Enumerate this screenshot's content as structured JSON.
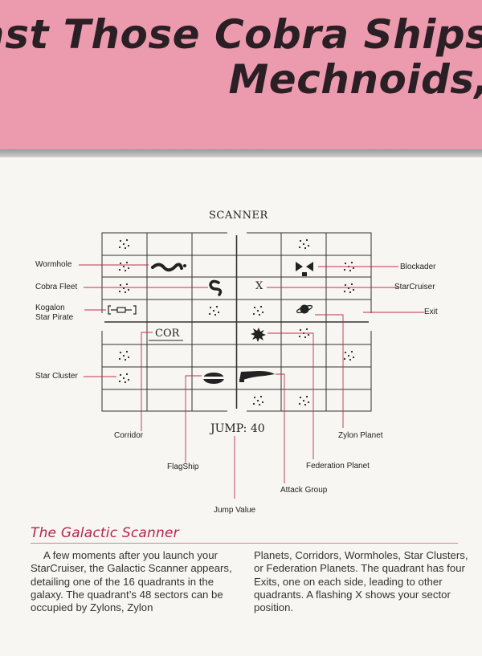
{
  "banner": {
    "line1": "ast Those Cobra Ships,",
    "line2": "Mechnoids,"
  },
  "scanner": {
    "title": "SCANNER",
    "cor_label": "COR",
    "x_marker": "X",
    "jump_readout": "JUMP: 40"
  },
  "callouts": {
    "wormhole": "Wormhole",
    "cobra_fleet": "Cobra Fleet",
    "kogalon_line1": "Kogalon",
    "kogalon_line2": "Star Pirate",
    "star_cluster": "Star Cluster",
    "corridor": "Corridor",
    "flagship": "FlagShip",
    "jump_value": "Jump Value",
    "attack_group": "Attack Group",
    "federation_planet": "Federation Planet",
    "zylon_planet": "Zylon Planet",
    "blockader": "Blockader",
    "starcruiser": "StarCruiser",
    "exit": "Exit"
  },
  "section": {
    "title": "The Galactic Scanner",
    "col1": "A few moments after you launch your StarCruiser, the Galactic Scanner appears, detailing one of the 16 quadrants in the galaxy. The quadrant’s 48 sectors can be occupied by Zylons, Zylon",
    "col2": "Planets, Corridors, Wormholes, Star Clusters, or Federation Planets. The quadrant has four Exits, one on each side, leading to other quadrants. A flashing X shows your sector position."
  },
  "colors": {
    "banner": "#ec9bae",
    "callout_line": "#c0304f",
    "section_title": "#b8234d"
  }
}
